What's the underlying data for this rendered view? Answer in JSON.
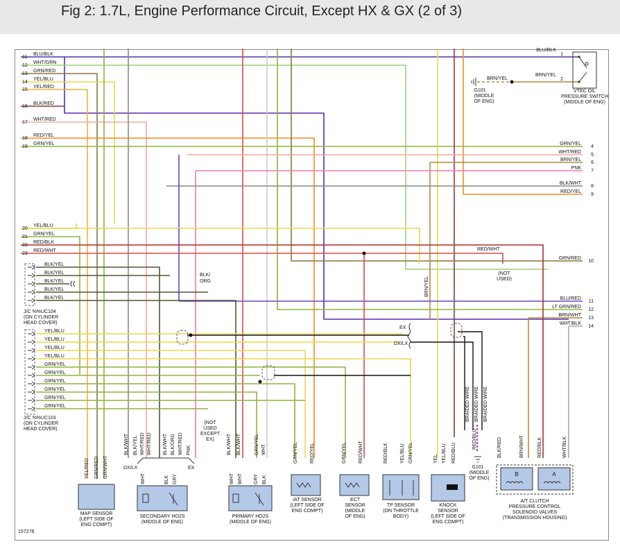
{
  "header": {
    "title": "Fig 2: 1.7L, Engine Performance Circuit, Except HX & GX (2 of 3)"
  },
  "diagram_id": "157276",
  "left_pins": [
    {
      "num": "11",
      "label": "BLU/BLK",
      "color": "#5a2db0"
    },
    {
      "num": "12",
      "label": "WHT/GRN",
      "color": "#9bd17a"
    },
    {
      "num": "13",
      "label": "GRN/RED",
      "color": "#8a7440"
    },
    {
      "num": "14",
      "label": "YEL/BLU",
      "color": "#e8d84a"
    },
    {
      "num": "15",
      "label": "YEL/RED",
      "color": "#f2b43a"
    },
    {
      "num": "16",
      "label": "BLK/RED",
      "color": "#8a3a3a"
    },
    {
      "num": "17",
      "label": "WHT/RED",
      "color": "#f2a9a0"
    },
    {
      "num": "18",
      "label": "RED/YEL",
      "color": "#f08a28"
    },
    {
      "num": "19",
      "label": "GRN/YEL",
      "color": "#8bb53a"
    },
    {
      "num": "20",
      "label": "YEL/BLU",
      "color": "#e8d84a"
    },
    {
      "num": "21",
      "label": "GRN/YEL",
      "color": "#8bb53a"
    },
    {
      "num": "22",
      "label": "RED/BLK",
      "color": "#b02a2a"
    },
    {
      "num": "23",
      "label": "RED/WHT",
      "color": "#e0484a"
    }
  ],
  "right_pins": [
    {
      "num": "1",
      "label": "BLU/BLK"
    },
    {
      "num": "2",
      "label": "BRN/YEL"
    },
    {
      "num": "4",
      "label": "GRN/YEL"
    },
    {
      "num": "5",
      "label": "WHT/RED"
    },
    {
      "num": "6",
      "label": "BRN/YEL"
    },
    {
      "num": "7",
      "label": "PNK"
    },
    {
      "num": "8",
      "label": "BLK/WHT"
    },
    {
      "num": "9",
      "label": "RED/YEL"
    },
    {
      "num": "10",
      "label": "GRN/RED"
    },
    {
      "num": "11",
      "label": "BLU/RED"
    },
    {
      "num": "12",
      "label": "LT GRN/RED"
    },
    {
      "num": "13",
      "label": "BRN/WHT"
    },
    {
      "num": "14",
      "label": "WHT/BLK"
    }
  ],
  "jc104": {
    "wires": [
      "BLK/YEL",
      "BLK/YEL",
      "BLK/YEL",
      "BLK/YEL",
      "BLK/YEL"
    ],
    "label_1": "J/C %%UC104",
    "label_2": "(ON CYLINDER",
    "label_3": "HEAD COVER)"
  },
  "jc103": {
    "wires": [
      "YEL/BLU",
      "YEL/BLU",
      "YEL/BLU",
      "YEL/BLU",
      "GRN/YEL",
      "GRN/YEL",
      "GRN/YEL",
      "GRN/YEL",
      "GRN/YEL",
      "GRN/YEL"
    ],
    "label_1": "J/C %%UC103",
    "label_2": "(ON CYLINDER",
    "label_3": "HEAD COVER)"
  },
  "vtec_switch": {
    "l1": "VTEC OIL",
    "l2": "PRESSURE SWITCH",
    "l3": "(MIDDLE OF ENG)"
  },
  "g101_top": {
    "wire": "BRN/YEL",
    "l1": "G101",
    "l2": "(MIDDLE",
    "l3": "OF ENG)"
  },
  "g101_bottom": {
    "l1": "G101",
    "l2": "(MIDDLE",
    "l3": "OF ENG)"
  },
  "mid_labels": {
    "blk_org_1": "BLK/",
    "blk_org_2": "ORG",
    "red_wht": "RED/WHT",
    "not_used_1": "(NOT",
    "not_used_2": "USED)",
    "brn_yel_vert": "BRN/YEL",
    "ex": "EX",
    "dx_lx": "DX/LX",
    "braided": "BRAIDED WIRE",
    "red_blu": "RED/BLU"
  },
  "sensors": {
    "map": {
      "l1": "MAP SENSOR",
      "l2": "(LEFT SIDE OF",
      "l3": "ENG COMPT)",
      "wires": [
        "YEL/RED",
        "GRN/RED",
        "GRN/WHT"
      ]
    },
    "secondary": {
      "l1": "SECONDARY HO2S",
      "l2": "(MIDDLE OF ENG)",
      "wires": [
        "BLK/WHT",
        "BLK/YEL",
        "WHT/RED",
        "WHT/RED",
        "BLK/WHT",
        "BLK/ORG",
        "WHT/RED",
        "PNK"
      ],
      "dxlx": "DX/LX",
      "ex": "EX",
      "note_1": "(NOT",
      "note_2": "USED",
      "note_3": "EXCEPT",
      "note_4": "EX)",
      "pins": [
        "WHT",
        "BLK",
        "GRY"
      ]
    },
    "primary": {
      "l1": "PRIMARY HO2S",
      "l2": "(MIDDLE OF ENG)",
      "wires": [
        "BLK/WHT",
        "BLK/WHT",
        "GRN/YEL",
        "WHT"
      ],
      "pins": [
        "WHT",
        "WHT",
        "GRY",
        "BLK"
      ]
    },
    "iat": {
      "l1": "IAT SENSOR",
      "l2": "(LEFT SIDE OF",
      "l3": "ENG COMPT)",
      "wires": [
        "GRN/YEL",
        "RED/YEL"
      ]
    },
    "ect": {
      "l1": "ECT",
      "l2": "SENSOR",
      "l3": "(MIDDLE",
      "l4": "OF ENG)",
      "wires": [
        "GRN/YEL",
        "RED/WHT"
      ]
    },
    "tp": {
      "l1": "TP SENSOR",
      "l2": "(ON THROTTLE",
      "l3": "BODY)",
      "wires": [
        "RED/BLK",
        "YEL/BLU",
        "GRN/YEL"
      ]
    },
    "knock": {
      "l1": "KNOCK",
      "l2": "SENSOR",
      "l3": "(LEFT SIDE OF",
      "l4": "ENG COMPT)",
      "wires": [
        "YEL",
        "YEL/BLU",
        "RED/BLU"
      ]
    },
    "atclutch": {
      "l1": "A/T CLUTCH",
      "l2": "PRESSURE CONTROL",
      "l3": "SOLENOID VALVES",
      "l4": "(TRANSMISSION HOUSING)",
      "wires": [
        "BLK/RED",
        "BRN/WHT",
        "RED/BLK",
        "WHT/BLK"
      ],
      "b": "B",
      "a": "A"
    }
  },
  "colors": {
    "blu_blk": "#5a2db0",
    "wht_grn": "#9bd17a",
    "grn_red": "#8a7440",
    "yel_blu": "#e8d84a",
    "yel_red": "#f2b43a",
    "blk_red": "#8a3a3a",
    "wht_red": "#f2a9a0",
    "red_yel": "#f08a28",
    "grn_yel": "#8bb53a",
    "red_blk": "#b02a2a",
    "red_wht": "#e0484a",
    "pnk": "#f07ab0",
    "blk_wht": "#888888",
    "brn_yel": "#b08a3a",
    "blu_red": "#7040c0",
    "blk_yel": "#555533",
    "blk": "#111111",
    "gry": "#aaaaaa",
    "wht": "#cccccc",
    "magenta": "#c030c0"
  }
}
